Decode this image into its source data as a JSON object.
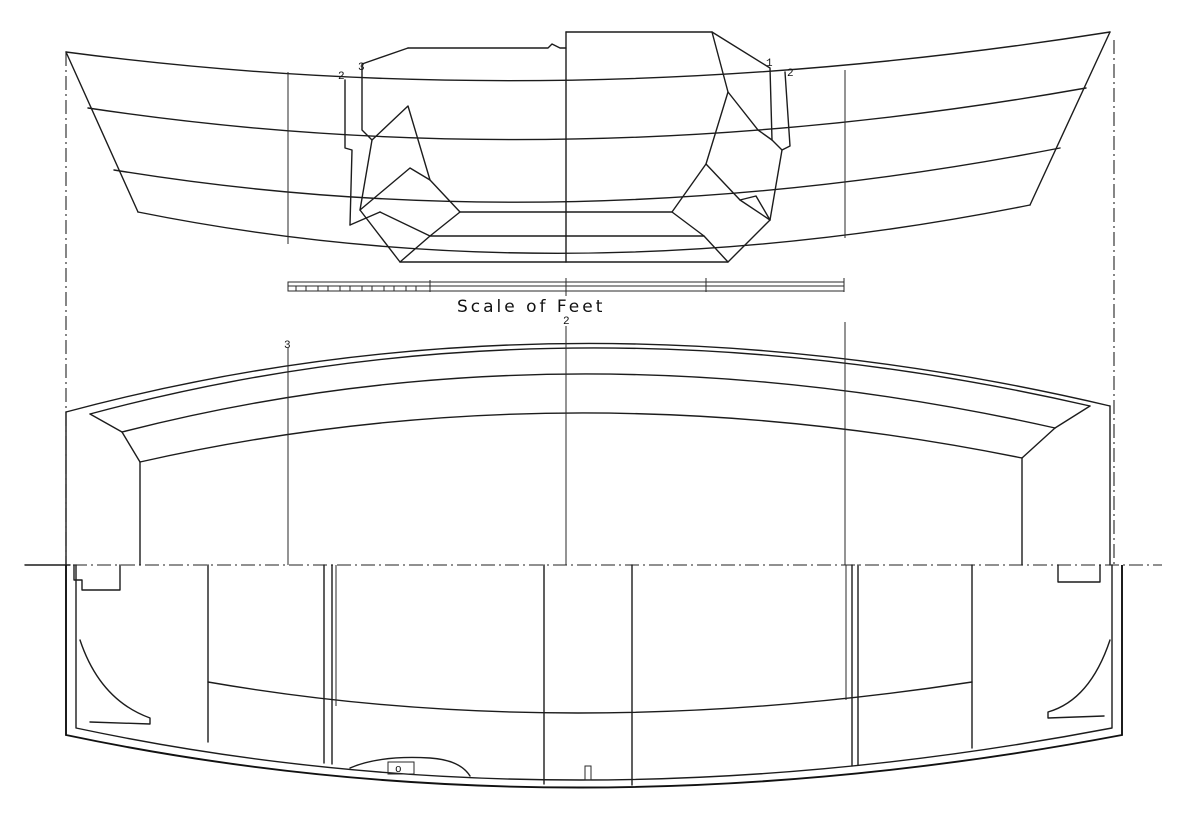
{
  "scale": {
    "caption": "Scale of Feet"
  },
  "station_labels": {
    "body_plan_left_2": "2",
    "body_plan_left_3": "3",
    "body_plan_right_1": "1",
    "body_plan_right_2": "2",
    "profile_center": "2",
    "profile_left": "3"
  },
  "colors": {
    "paper": "#ffffff",
    "ink": "#1c1c1c"
  }
}
